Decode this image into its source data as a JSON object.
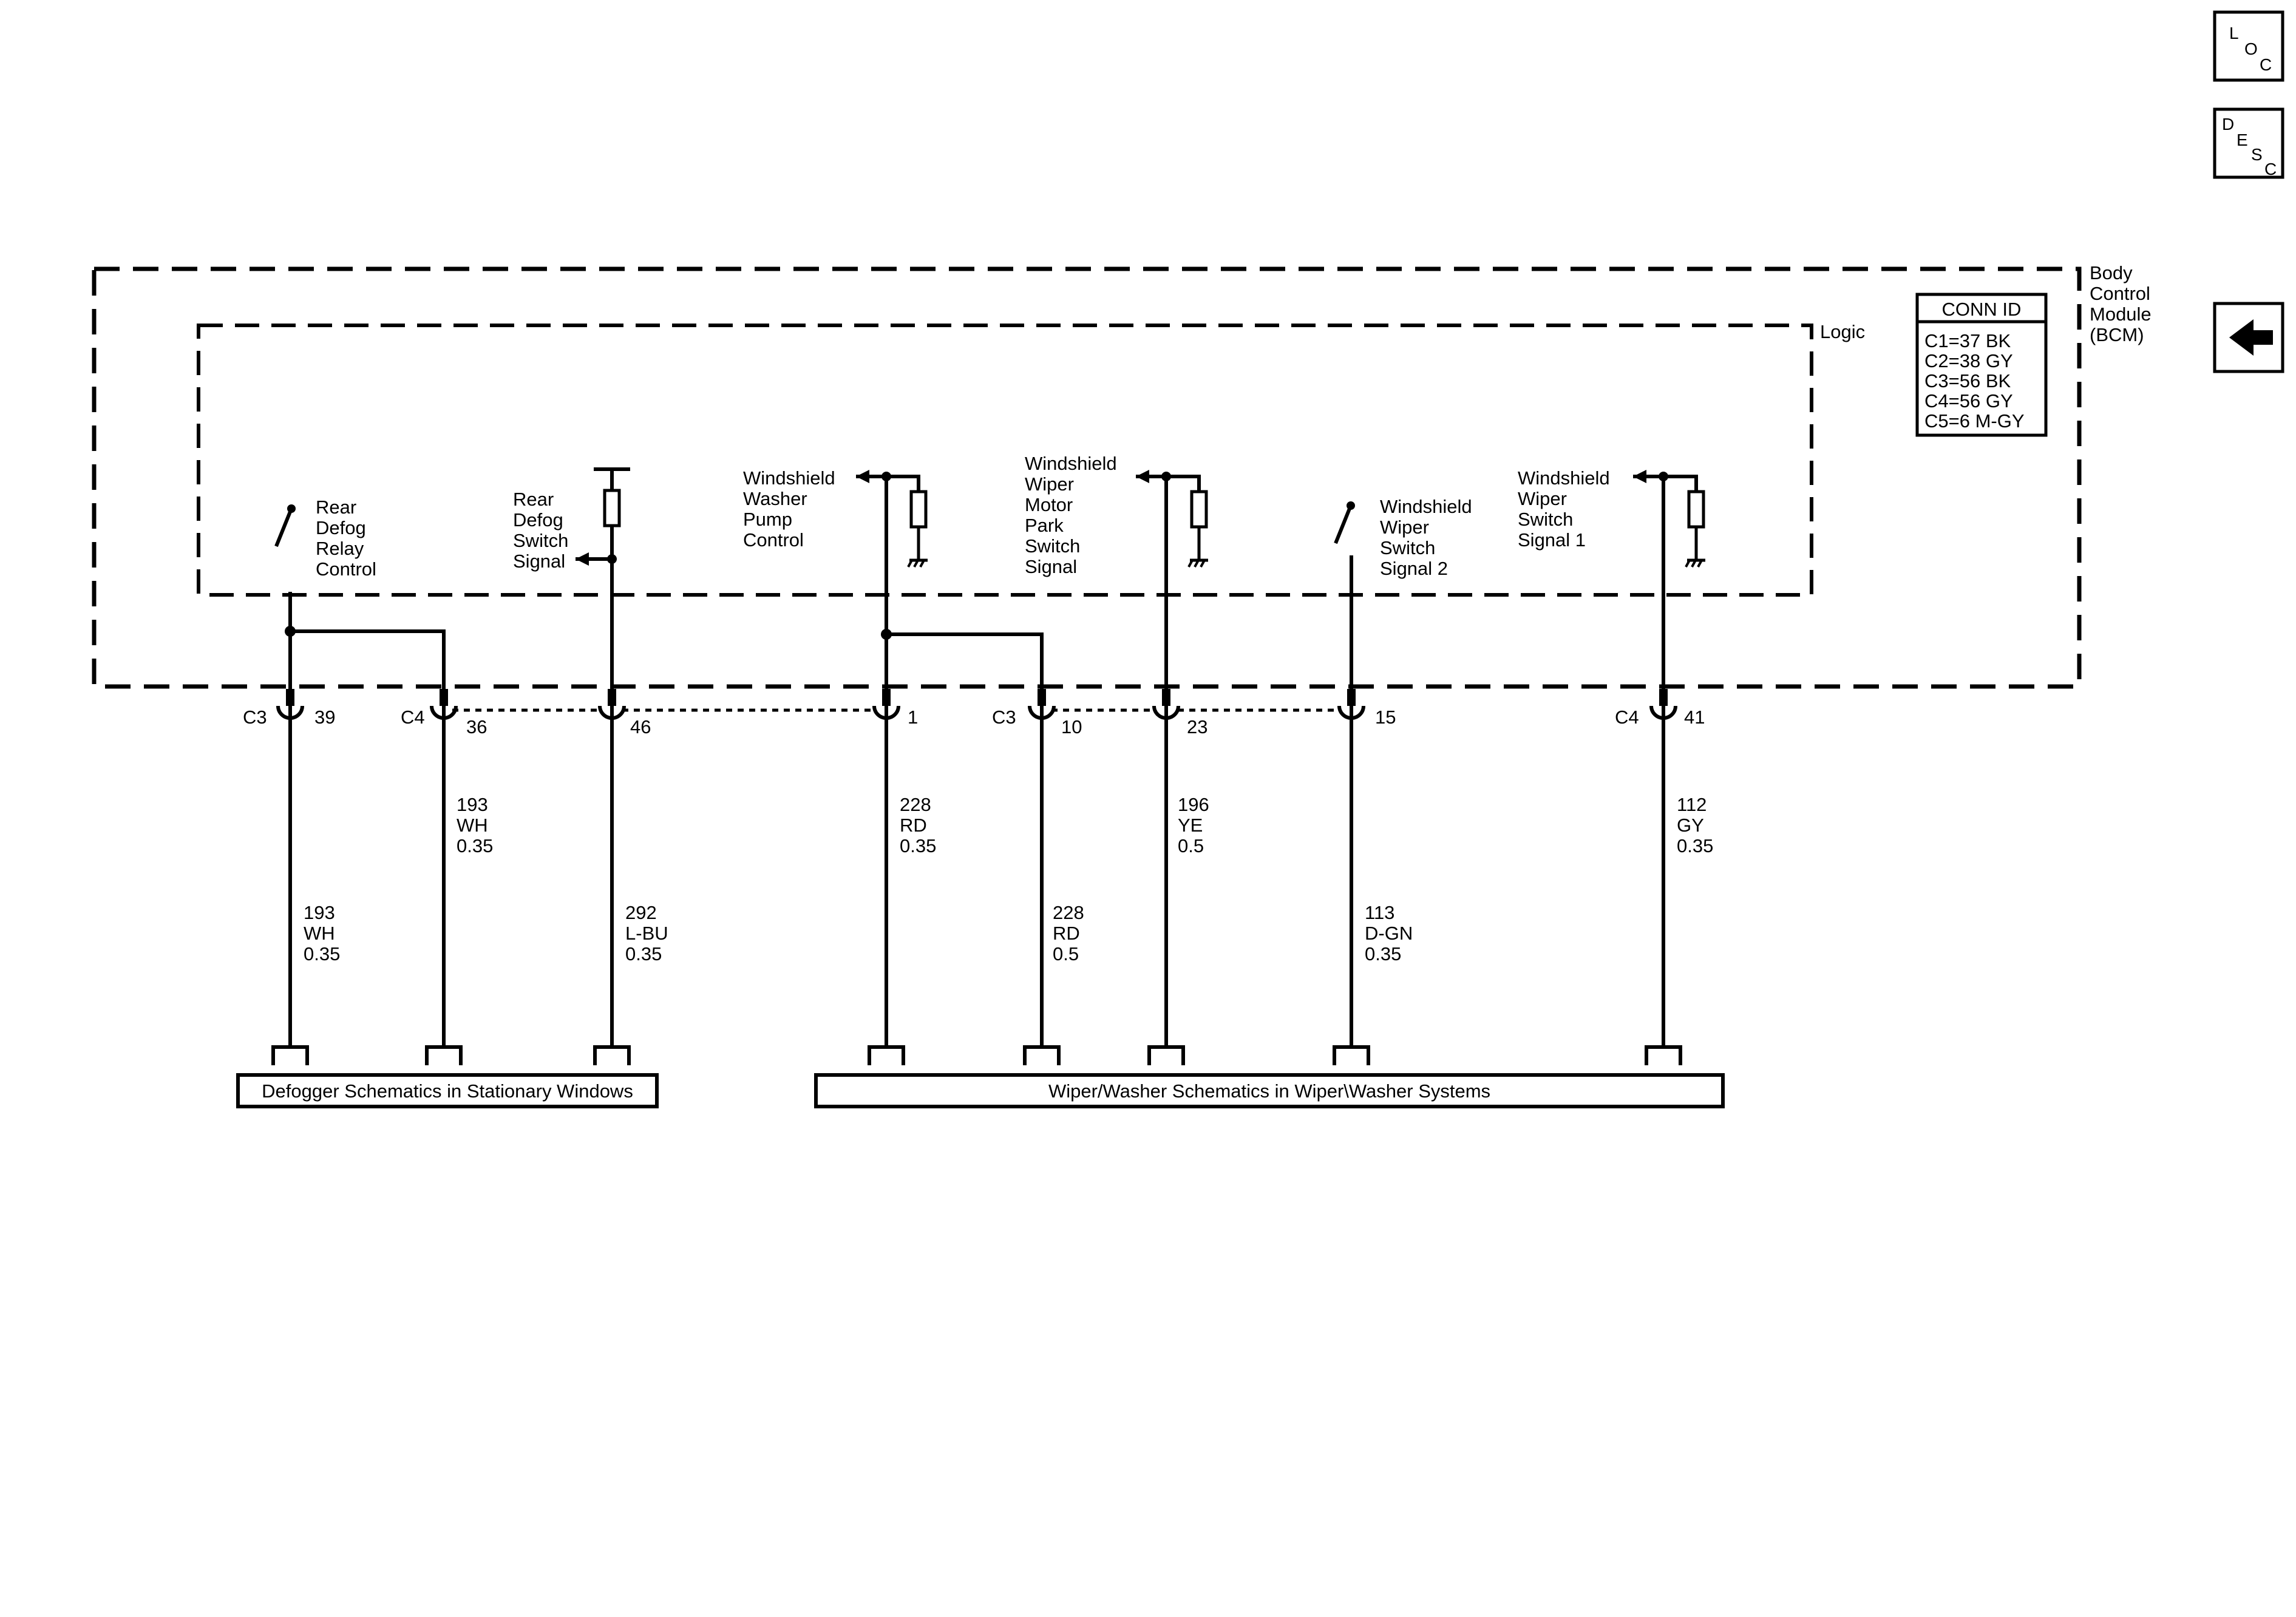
{
  "nav": {
    "loc": [
      "L",
      "O",
      "C"
    ],
    "desc": [
      "D",
      "E",
      "S",
      "C"
    ],
    "back_icon": "left-arrow-icon"
  },
  "module": {
    "name_lines": [
      "Body",
      "Control",
      "Module",
      "(BCM)"
    ],
    "logic_label": "Logic"
  },
  "conn_id": {
    "title": "CONN ID",
    "rows": [
      "C1=37 BK",
      "C2=38 GY",
      "C3=56 BK",
      "C4=56 GY",
      "C5=6 M-GY"
    ]
  },
  "circuits": {
    "rear_defog_relay_control": [
      "Rear",
      "Defog",
      "Relay",
      "Control"
    ],
    "rear_defog_switch_signal": [
      "Rear",
      "Defog",
      "Switch",
      "Signal"
    ],
    "windshield_washer_pump_control": [
      "Windshield",
      "Washer",
      "Pump",
      "Control"
    ],
    "windshield_wiper_motor_park_switch_signal": [
      "Windshield",
      "Wiper",
      "Motor",
      "Park",
      "Switch",
      "Signal"
    ],
    "windshield_wiper_switch_signal_2": [
      "Windshield",
      "Wiper",
      "Switch",
      "Signal 2"
    ],
    "windshield_wiper_switch_signal_1": [
      "Windshield",
      "Wiper",
      "Switch",
      "Signal 1"
    ]
  },
  "connectors": [
    {
      "conn": "C3",
      "pin": "39"
    },
    {
      "conn": "C4",
      "pin": "36"
    },
    {
      "conn": "",
      "pin": "46"
    },
    {
      "conn": "",
      "pin": "1"
    },
    {
      "conn": "C3",
      "pin": "10"
    },
    {
      "conn": "",
      "pin": "23"
    },
    {
      "conn": "",
      "pin": "15"
    },
    {
      "conn": "C4",
      "pin": "41"
    }
  ],
  "wires": [
    [
      "193",
      "WH",
      "0.35"
    ],
    [
      "193",
      "WH",
      "0.35"
    ],
    [
      "292",
      "L-BU",
      "0.35"
    ],
    [
      "228",
      "RD",
      "0.35"
    ],
    [
      "228",
      "RD",
      "0.5"
    ],
    [
      "196",
      "YE",
      "0.5"
    ],
    [
      "113",
      "D-GN",
      "0.35"
    ],
    [
      "112",
      "GY",
      "0.35"
    ]
  ],
  "references": {
    "defogger": "Defogger Schematics in Stationary Windows",
    "wiper_washer": "Wiper/Washer Schematics in Wiper\\Washer Systems"
  }
}
